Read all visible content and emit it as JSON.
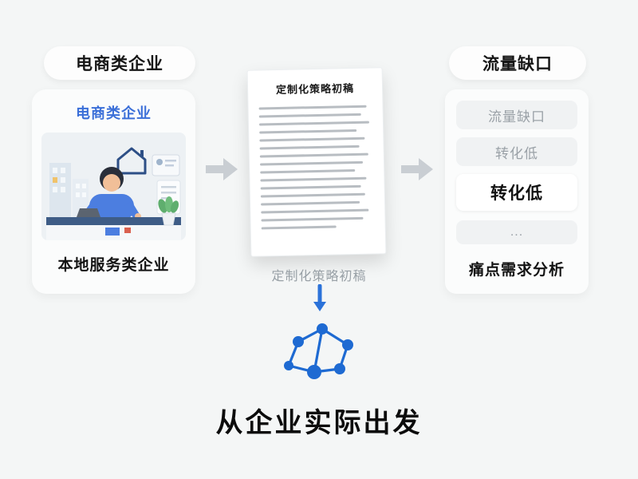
{
  "left": {
    "pill_label": "电商类企业",
    "card_title": "电商类企业",
    "caption": "本地服务类企业"
  },
  "center": {
    "doc_title": "定制化策略初稿",
    "doc_lines": [
      95,
      90,
      97,
      86,
      93,
      88,
      96,
      91,
      84,
      94,
      89,
      92,
      87,
      95,
      90,
      66
    ],
    "caption": "定制化策略初稿",
    "headline": "从企业实际出发"
  },
  "right": {
    "pill_label": "流量缺口",
    "items": [
      {
        "label": "流量缺口"
      },
      {
        "label": "转化低"
      },
      {
        "label": "转化低"
      },
      {
        "label": "..."
      }
    ],
    "caption": "痛点需求分析"
  },
  "colors": {
    "accent_blue": "#2b72d9",
    "arrow_gray": "#c9ced3"
  }
}
